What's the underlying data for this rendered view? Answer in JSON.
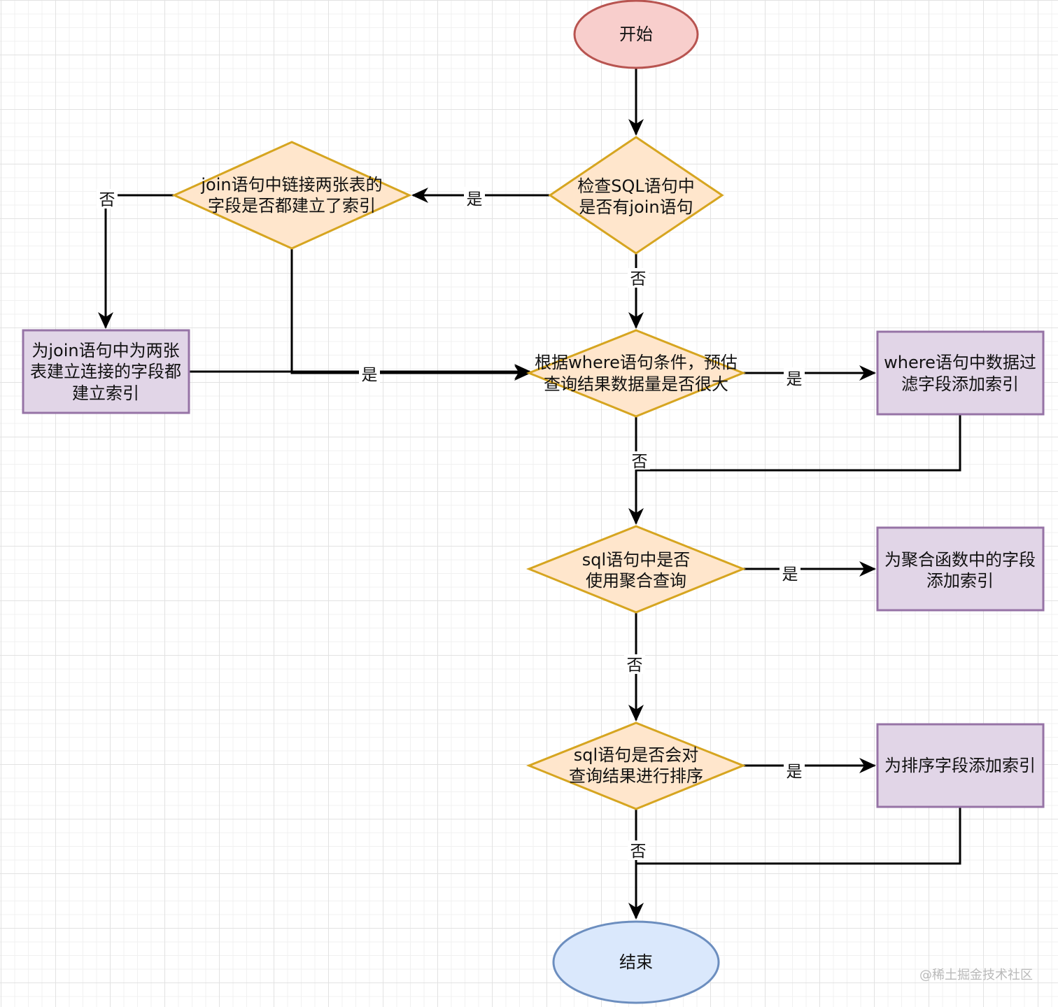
{
  "colors": {
    "terminal_start_fill": "#f8cecc",
    "terminal_start_stroke": "#b85450",
    "terminal_end_fill": "#dae8fc",
    "terminal_end_stroke": "#6c8ebf",
    "decision_fill": "#ffe6cc",
    "decision_stroke": "#d6a520",
    "process_fill": "#e1d5e7",
    "process_stroke": "#9673a6",
    "edge": "#000000"
  },
  "nodes": {
    "start": "开始",
    "check_join": [
      "检查SQL语句中",
      "是否有join语句"
    ],
    "join_indexed": [
      "join语句中链接两张表的",
      "字段是否都建立了索引"
    ],
    "build_join_index": [
      "为join语句中为两张",
      "表建立连接的字段都",
      "建立索引"
    ],
    "where_check": [
      "根据where语句条件，预估",
      "查询结果数据量是否很大"
    ],
    "where_index": [
      "where语句中数据过",
      "滤字段添加索引"
    ],
    "agg_check": [
      "sql语句中是否",
      "使用聚合查询"
    ],
    "agg_index": [
      "为聚合函数中的字段",
      "添加索引"
    ],
    "sort_check": [
      "sql语句是否会对",
      "查询结果进行排序"
    ],
    "sort_index": "为排序字段添加索引",
    "end": "结束"
  },
  "edge_labels": {
    "check_join_yes": "是",
    "check_join_no": "否",
    "join_indexed_no": "否",
    "join_indexed_yes": "是",
    "where_yes": "是",
    "where_no": "否",
    "agg_yes": "是",
    "agg_no": "否",
    "sort_yes": "是",
    "sort_no": "否"
  },
  "watermark": "@稀土掘金技术社区"
}
